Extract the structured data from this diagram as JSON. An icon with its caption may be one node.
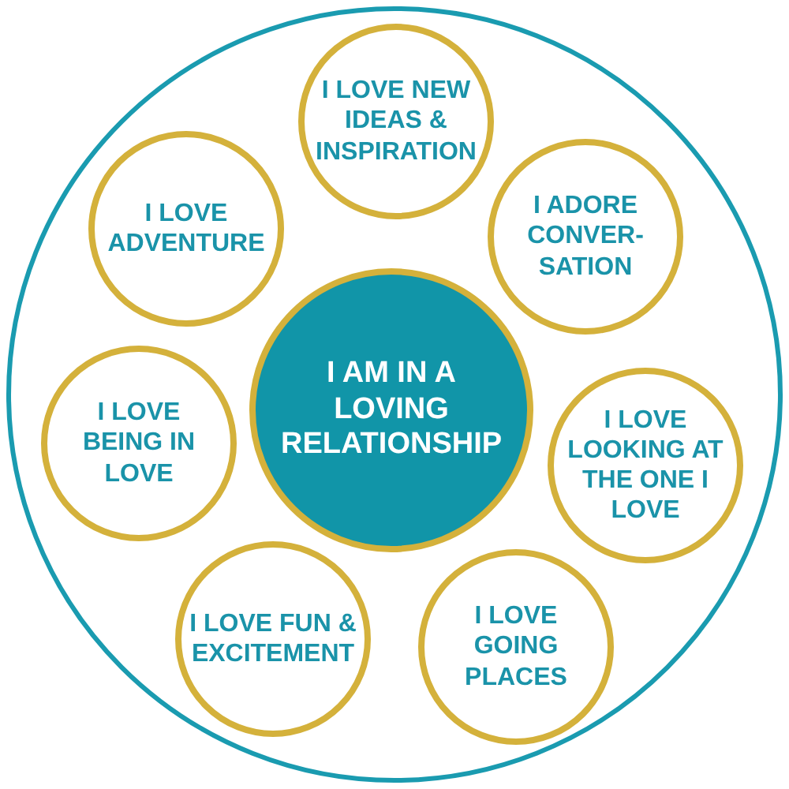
{
  "diagram": {
    "nodes": [
      {
        "text": [],
        "shape": "circle"
      },
      {
        "text": [
          "I LOVE NEW IDEAS & INSPIRATION"
        ],
        "in": 0
      },
      {
        "text": [
          "I LOVE ADVENTURE"
        ],
        "in": 0
      },
      {
        "text": [
          "I ADORE CONVER-SATION"
        ],
        "in": 0
      },
      {
        "text": [
          "I AM IN A LOVING RELATIONSHIP"
        ],
        "in": 0
      },
      {
        "text": [
          "I LOVE BEING IN LOVE"
        ],
        "in": 0
      },
      {
        "text": [
          "I LOVE LOOKING AT THE ONE I LOVE"
        ],
        "in": 0
      },
      {
        "text": [
          "I LOVE FUN & EXCITEMENT"
        ],
        "in": 0
      },
      {
        "text": [
          "I LOVE GOING PLACES"
        ],
        "in": 0
      }
    ]
  }
}
